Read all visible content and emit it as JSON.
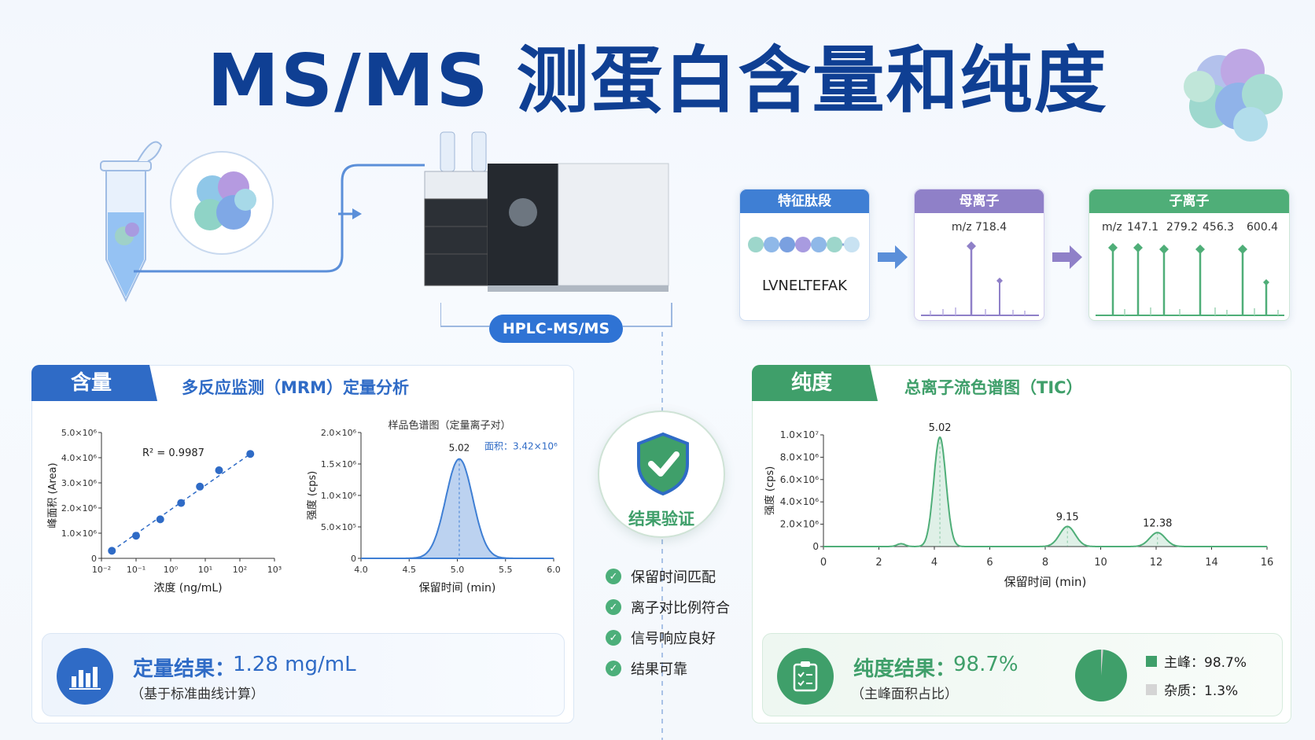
{
  "title": "MS/MS 测蛋白含量和纯度",
  "instrument_label": "HPLC-MS/MS",
  "cards": {
    "peptide": {
      "header": "特征肽段",
      "sequence": "LVNELTEFAK",
      "color": "#3f7fd4"
    },
    "precursor": {
      "header": "母离子",
      "mz": "m/z 718.4",
      "color": "#8f80c8"
    },
    "product": {
      "header": "子离子",
      "mz_prefix": "m/z",
      "mz_values": [
        "147.1",
        "279.2",
        "456.3",
        "600.4"
      ],
      "color": "#4fae78"
    }
  },
  "content": {
    "tab_label": "含量",
    "subtitle": "多反应监测（MRM）定量分析",
    "result_title": "定量结果：",
    "result_value": "1.28 mg/mL",
    "result_note": "（基于标准曲线计算）",
    "icon": "bar-chart-icon",
    "color": "#2f6bc6"
  },
  "purity": {
    "tab_label": "纯度",
    "subtitle": "总离子流色谱图（TIC）",
    "result_title": "纯度结果：",
    "result_value": "98.7%",
    "result_note": "（主峰面积占比）",
    "legend_main": "主峰：98.7%",
    "legend_impurity": "杂质：1.3%",
    "icon": "clipboard-icon",
    "color": "#3f9f6a"
  },
  "verification": {
    "label": "结果验证",
    "icon": "shield-check-icon",
    "checks": [
      "保留时间匹配",
      "离子对比例符合",
      "信号响应良好",
      "结果可靠"
    ]
  },
  "chart_data": [
    {
      "type": "scatter",
      "title": "",
      "xlabel": "浓度 (ng/mL)",
      "ylabel": "峰面积 (Area)",
      "x_scale": "log",
      "x_ticks": [
        "10⁻²",
        "10⁻¹",
        "10⁰",
        "10¹",
        "10²",
        "10³"
      ],
      "y_ticks": [
        "0",
        "1.0×10⁶",
        "2.0×10⁶",
        "3.0×10⁶",
        "4.0×10⁶",
        "5.0×10⁶"
      ],
      "ylim": [
        0,
        5000000
      ],
      "annotation": "R² = 0.9987",
      "x": [
        0.02,
        0.1,
        0.5,
        2,
        7,
        25,
        200
      ],
      "y": [
        300000,
        900000,
        1550000,
        2200000,
        2850000,
        3500000,
        4150000
      ],
      "fit_line": true,
      "color": "#2f6bc6"
    },
    {
      "type": "area",
      "title": "样品色谱图（定量离子对）",
      "xlabel": "保留时间 (min)",
      "ylabel": "强度 (cps)",
      "x_ticks": [
        "4.0",
        "4.5",
        "5.0",
        "5.5",
        "6.0"
      ],
      "y_ticks": [
        "0",
        "5.0×10⁵",
        "1.0×10⁶",
        "1.5×10⁶",
        "2.0×10⁶"
      ],
      "xlim": [
        4.0,
        6.0
      ],
      "ylim": [
        0,
        2000000
      ],
      "peaks": [
        {
          "x": 5.02,
          "y": 1580000,
          "width": 0.14
        }
      ],
      "peak_label": "5.02",
      "area_label": "面积：3.42×10⁶",
      "color": "#3f7fd4"
    },
    {
      "type": "line",
      "title": "",
      "xlabel": "保留时间 (min)",
      "ylabel": "强度 (cps)",
      "x_ticks": [
        "0",
        "2",
        "4",
        "6",
        "8",
        "10",
        "12",
        "14",
        "16"
      ],
      "y_ticks": [
        "0",
        "2.0×10⁶",
        "4.0×10⁶",
        "6.0×10⁶",
        "8.0×10⁶",
        "1.0×10⁷"
      ],
      "xlim": [
        0,
        16
      ],
      "ylim": [
        0,
        10000000
      ],
      "peaks": [
        {
          "x": 2.8,
          "y": 250000,
          "width": 0.15,
          "label": ""
        },
        {
          "x": 4.2,
          "y": 9800000,
          "width": 0.22,
          "label": "5.02"
        },
        {
          "x": 8.8,
          "y": 1800000,
          "width": 0.28,
          "label": "9.15"
        },
        {
          "x": 12.05,
          "y": 1250000,
          "width": 0.28,
          "label": "12.38"
        }
      ],
      "color": "#4fae78"
    }
  ]
}
